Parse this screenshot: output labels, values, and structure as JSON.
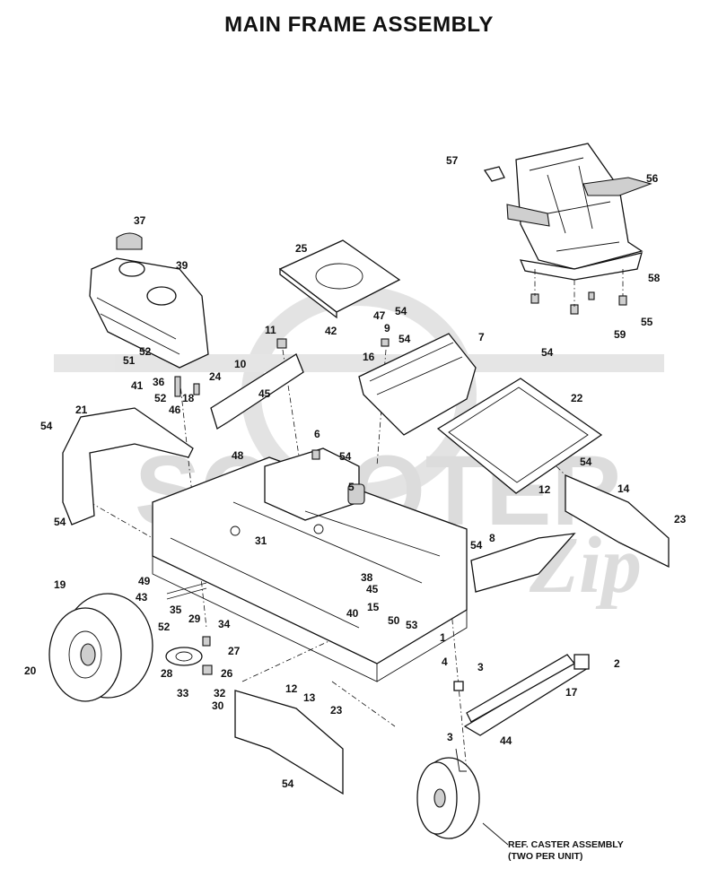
{
  "title": "MAIN FRAME ASSEMBLY",
  "caster_note": {
    "line1": "REF. CASTER ASSEMBLY",
    "line2": "(TWO PER UNIT)"
  },
  "watermark": {
    "text": "SCOOTER",
    "script": "Zip",
    "color": "#d9d9d9"
  },
  "callouts": [
    "57",
    "56",
    "37",
    "39",
    "25",
    "58",
    "55",
    "59",
    "47",
    "54",
    "9",
    "42",
    "11",
    "54",
    "16",
    "7",
    "52",
    "51",
    "41",
    "36",
    "24",
    "52",
    "18",
    "46",
    "10",
    "45",
    "54",
    "22",
    "21",
    "54",
    "6",
    "48",
    "54",
    "5",
    "54",
    "12",
    "14",
    "23",
    "54",
    "31",
    "54",
    "8",
    "49",
    "38",
    "45",
    "43",
    "35",
    "19",
    "29",
    "34",
    "40",
    "15",
    "52",
    "50",
    "53",
    "1",
    "27",
    "28",
    "26",
    "33",
    "32",
    "30",
    "20",
    "4",
    "3",
    "2",
    "12",
    "13",
    "23",
    "17",
    "3",
    "44",
    "54"
  ]
}
